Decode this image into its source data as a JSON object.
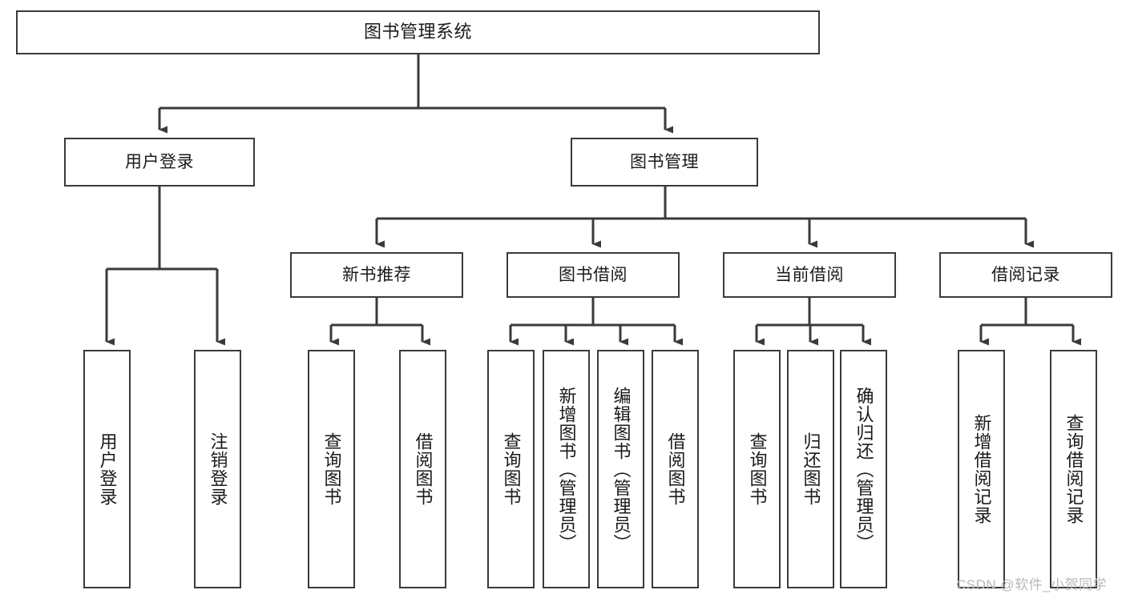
{
  "diagram": {
    "title": "图书管理系统",
    "type": "hierarchy-tree",
    "watermark": "CSDN @软件_小贺同学",
    "colors": {
      "background": "#ffffff",
      "box_border": "#3a3a3a",
      "box_fill": "#ffffff",
      "connector": "#3a3a3a",
      "text": "#1a1a1a",
      "watermark": "#b9b9b9"
    },
    "nodes": {
      "root": {
        "label": "图书管理系统"
      },
      "level1": [
        {
          "label": "用户登录"
        },
        {
          "label": "图书管理"
        }
      ],
      "level2": [
        {
          "label": "新书推荐"
        },
        {
          "label": "图书借阅"
        },
        {
          "label": "当前借阅"
        },
        {
          "label": "借阅记录"
        }
      ],
      "leaves": {
        "user_login": [
          {
            "label": "用户登录"
          },
          {
            "label": "注销登录"
          }
        ],
        "new_book_recommend": [
          {
            "label": "查询图书"
          },
          {
            "label": "借阅图书"
          }
        ],
        "book_borrow": [
          {
            "label": "查询图书"
          },
          {
            "label": "新增图书（管理员）"
          },
          {
            "label": "编辑图书（管理员）"
          },
          {
            "label": "借阅图书"
          }
        ],
        "current_borrow": [
          {
            "label": "查询图书"
          },
          {
            "label": "归还图书"
          },
          {
            "label": "确认归还（管理员）"
          }
        ],
        "borrow_record": [
          {
            "label": "新增借阅记录"
          },
          {
            "label": "查询借阅记录"
          }
        ]
      }
    }
  }
}
